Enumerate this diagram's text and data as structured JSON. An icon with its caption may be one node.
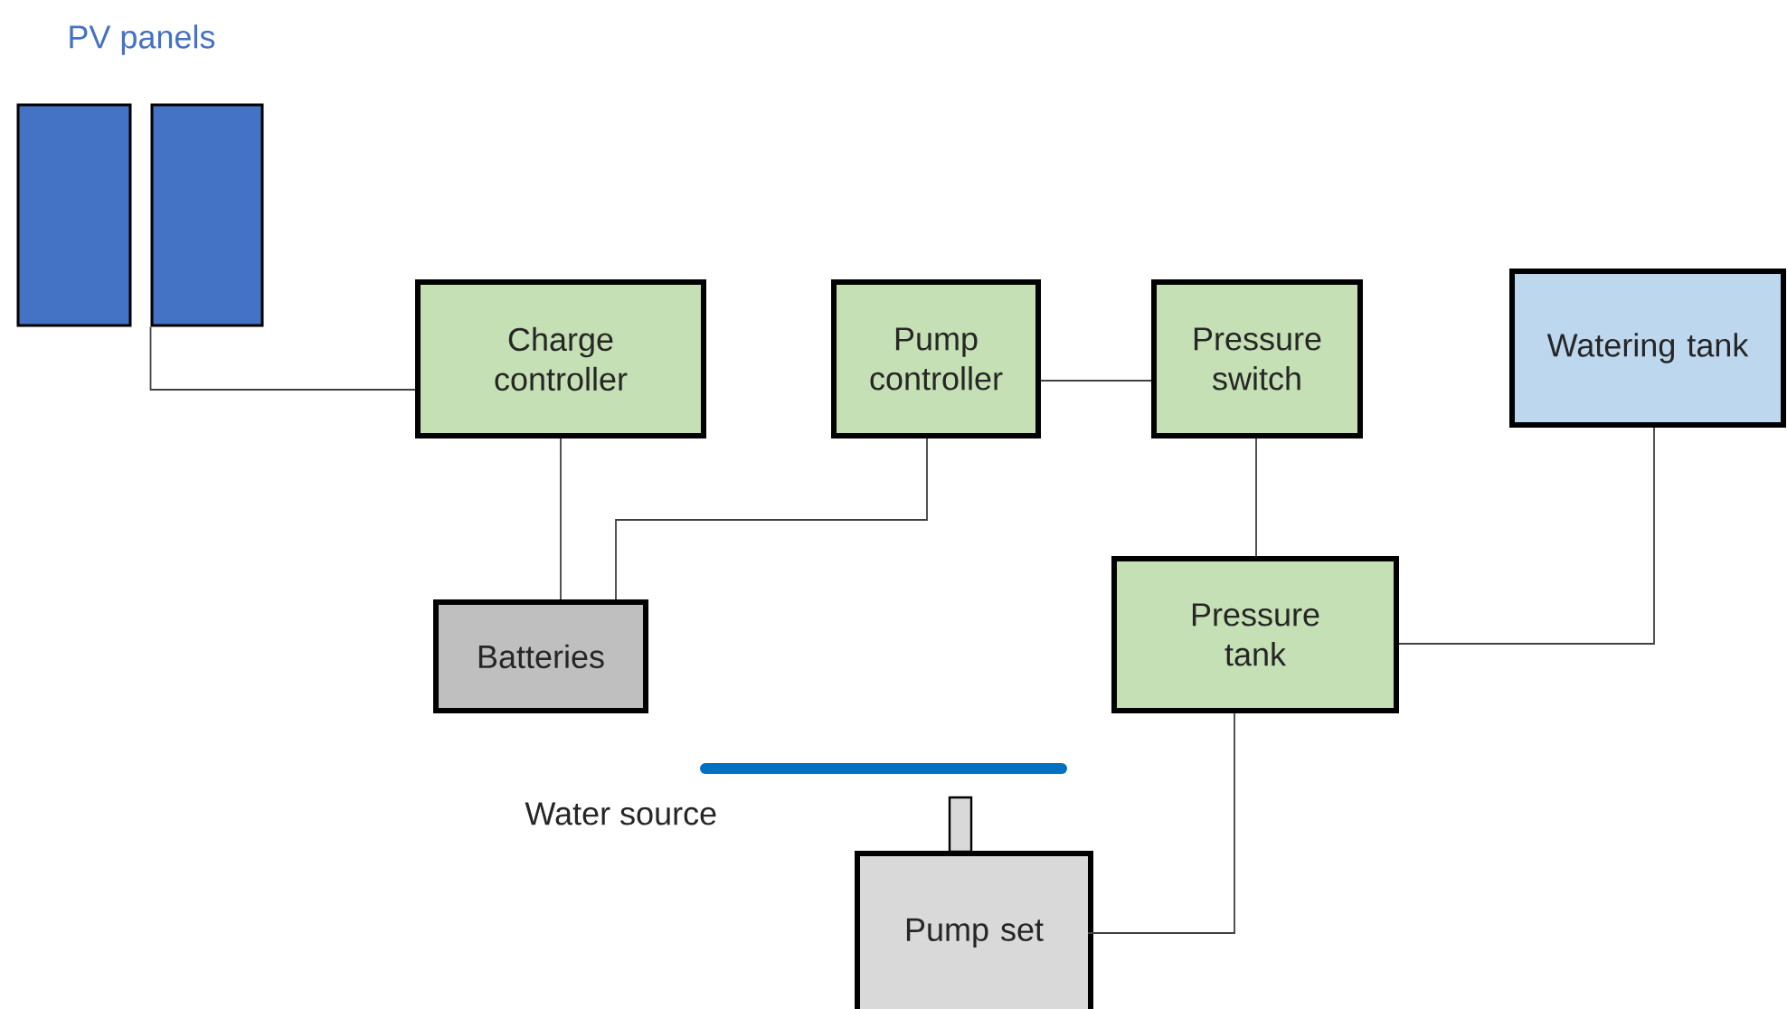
{
  "diagram": {
    "nodes": [
      {
        "text": [],
        "shape": "box"
      },
      {
        "text": [],
        "shape": "box"
      },
      {
        "text": [
          "Charge controller"
        ]
      },
      {
        "text": [
          "Pump controller"
        ]
      },
      {
        "text": [
          "Pressure switch"
        ]
      },
      {
        "text": [
          "Watering tank"
        ]
      },
      {
        "text": [
          "Batteries"
        ]
      },
      {
        "text": [
          "Pressure tank"
        ]
      },
      {
        "text": [
          "Pump set"
        ]
      }
    ],
    "edges": [
      {
        "from": 1,
        "to": 2,
        "arrow": "none"
      },
      {
        "from": 2,
        "to": 6,
        "arrow": "none"
      },
      {
        "from": 3,
        "to": 6,
        "arrow": "none"
      },
      {
        "from": 3,
        "to": 4,
        "arrow": "none"
      },
      {
        "from": 4,
        "to": 7,
        "arrow": "none"
      },
      {
        "from": 5,
        "to": 7,
        "arrow": "none"
      },
      {
        "from": 7,
        "to": 8,
        "arrow": "none"
      }
    ],
    "labels": [
      "PV panels",
      "Water source"
    ]
  }
}
